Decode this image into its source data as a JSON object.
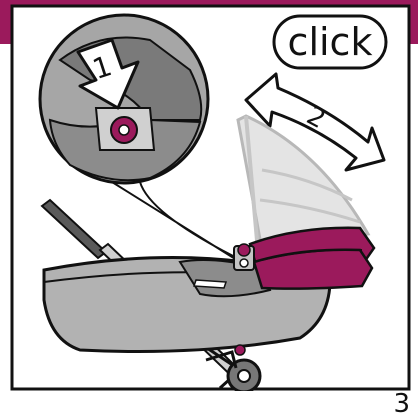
{
  "click_text": "click",
  "steps": {
    "one": "1",
    "two": "2"
  },
  "page_number": "3",
  "colors": {
    "accent": "#9b1a5c",
    "grey_light": "#d4d4d4",
    "grey_mid": "#a6a6a6",
    "grey_dark": "#7a7a7a",
    "outline": "#111111"
  }
}
